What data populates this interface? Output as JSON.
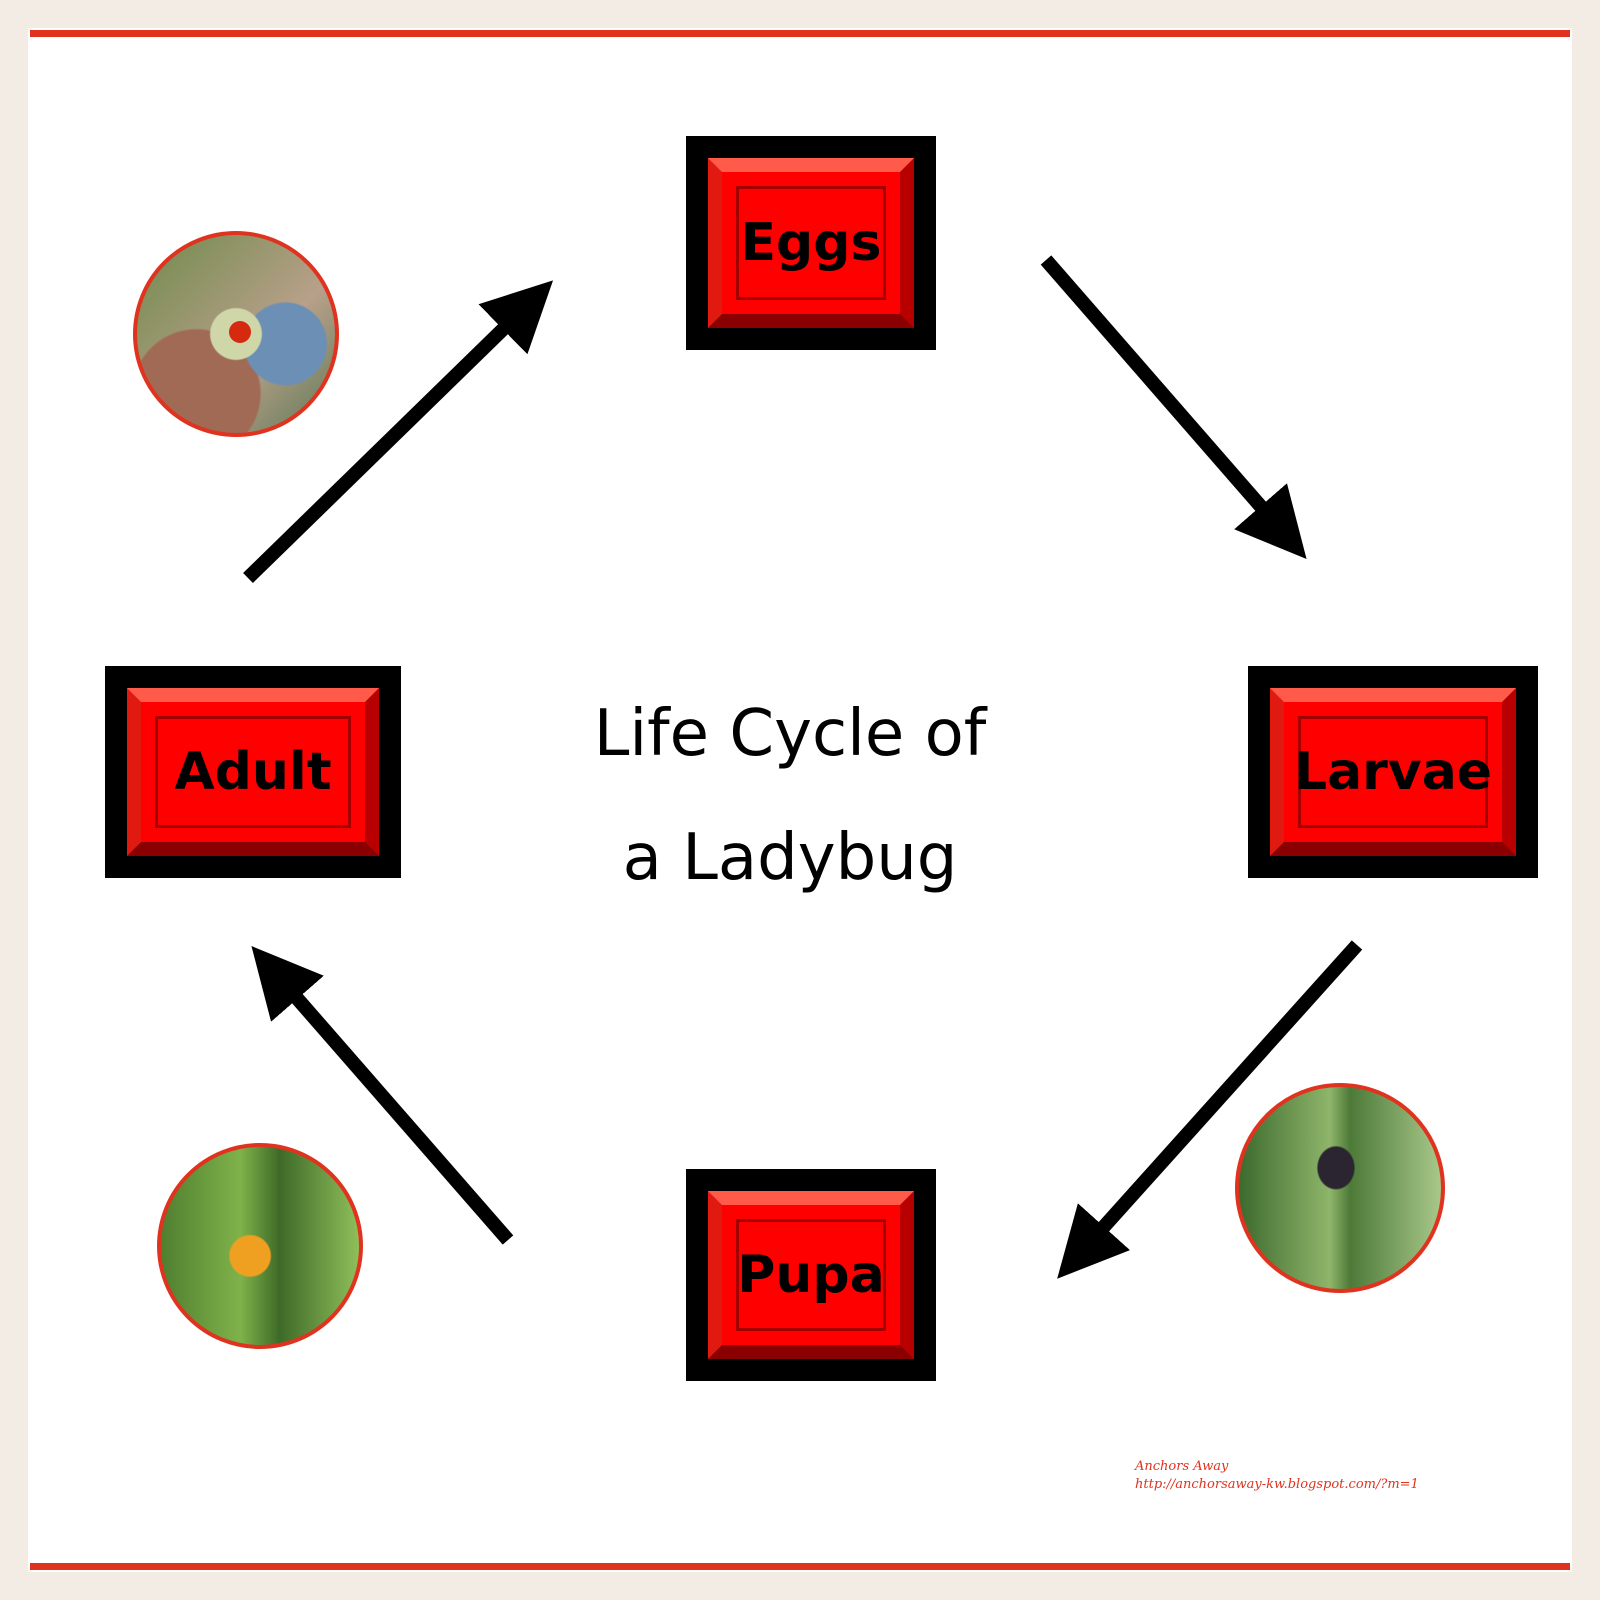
{
  "title": {
    "line1": "Life Cycle of",
    "line2": "a Ladybug"
  },
  "stages": {
    "eggs": "Eggs",
    "larvae": "Larvae",
    "pupa": "Pupa",
    "adult": "Adult"
  },
  "watermark": {
    "name": "Anchors Away",
    "url": "http://anchorsaway-kw.blogspot.com/?m=1"
  },
  "colors": {
    "stage_fill": "#ff0000",
    "stage_frame": "#000000",
    "accent_rule": "#e0331f",
    "arrow": "#000000"
  }
}
